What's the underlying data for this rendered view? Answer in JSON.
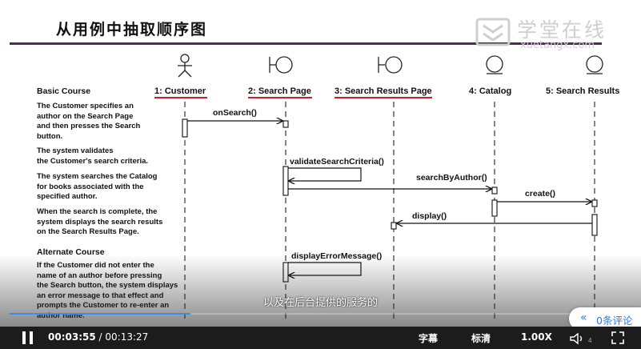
{
  "slide": {
    "title": "从用例中抽取顺序图",
    "watermark": {
      "cn": "学堂在线",
      "en": "xuetangx.com"
    },
    "objects": [
      {
        "label": "1: Customer",
        "icon": "actor-icon",
        "underline": true
      },
      {
        "label": "2: Search Page",
        "icon": "boundary-icon",
        "underline": true
      },
      {
        "label": "3: Search Results Page",
        "icon": "boundary-icon",
        "underline": true
      },
      {
        "label": "4: Catalog",
        "icon": "entity-icon",
        "underline": false
      },
      {
        "label": "5: Search Results",
        "icon": "entity-icon",
        "underline": false
      }
    ],
    "messages": [
      {
        "label": "onSearch()",
        "from": 1,
        "to": 2
      },
      {
        "label": "validateSearchCriteria()",
        "from": 2,
        "to": 2
      },
      {
        "label": "searchByAuthor()",
        "from": 2,
        "to": 4
      },
      {
        "label": "create()",
        "from": 4,
        "to": 5
      },
      {
        "label": "display()",
        "from": 5,
        "to": 3
      },
      {
        "label": "displayErrorMessage()",
        "from": 2,
        "to": 2
      }
    ],
    "descriptions": {
      "basic_heading": "Basic Course",
      "step1": "The Customer specifies an\nauthor on the Search Page\nand then presses the Search\nbutton.",
      "step2": "The system validates\nthe Customer's search criteria.",
      "step3": "The system searches the Catalog\nfor books associated with the\nspecified author.",
      "step4": "When the search is complete, the\nsystem displays the search results\non the  Search Results Page.",
      "alt_heading": "Alternate Course",
      "alt1": "If the Customer did not enter the\nname of an author before pressing\nthe Search button, the system displays\nan error message to that effect and\nprompts the Customer to re-enter an\nauthor name."
    },
    "colors": {
      "underline": "#cc1f2a",
      "title_rule": "#4a2d4f"
    }
  },
  "player": {
    "subtitle": "以及在后台提供的服务的",
    "current_time": "00:03:55",
    "separator": " / ",
    "total_time": "00:13:27",
    "progress": 0.291,
    "controls": {
      "captions": "字幕",
      "quality": "标清",
      "speed": "1.00X",
      "volume_level": "4"
    },
    "comments_label": "0条评论",
    "accent": "#3a8ee6"
  }
}
